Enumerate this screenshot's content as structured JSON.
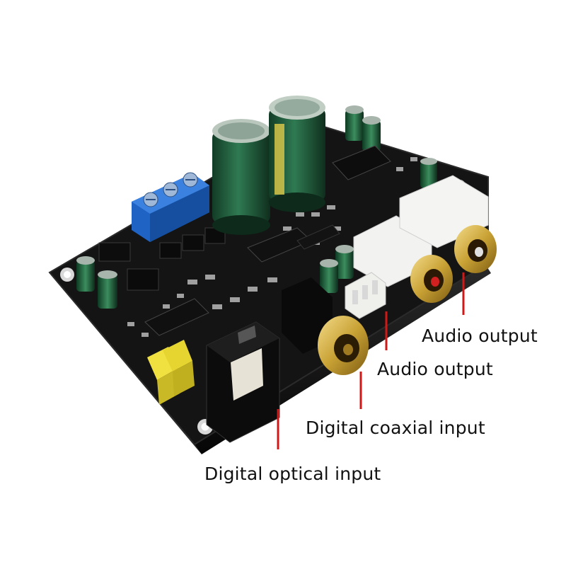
{
  "labels": {
    "audio_output_right": "Audio output",
    "audio_output_left": "Audio output",
    "digital_coaxial_input": "Digital coaxial input",
    "digital_optical_input": "Digital optical input"
  },
  "colors": {
    "pcb": "#141414",
    "callout_line": "#d01818",
    "gold": "#c9a235",
    "capacitor": "#1f5a3a",
    "terminal_block": "#1f63c4",
    "white_connector": "#f2f2f0",
    "yellow_component": "#f0e040"
  },
  "icons": [
    "screw-terminal-icon",
    "electrolytic-capacitor-icon",
    "rca-jack-icon",
    "toslink-port-icon"
  ]
}
